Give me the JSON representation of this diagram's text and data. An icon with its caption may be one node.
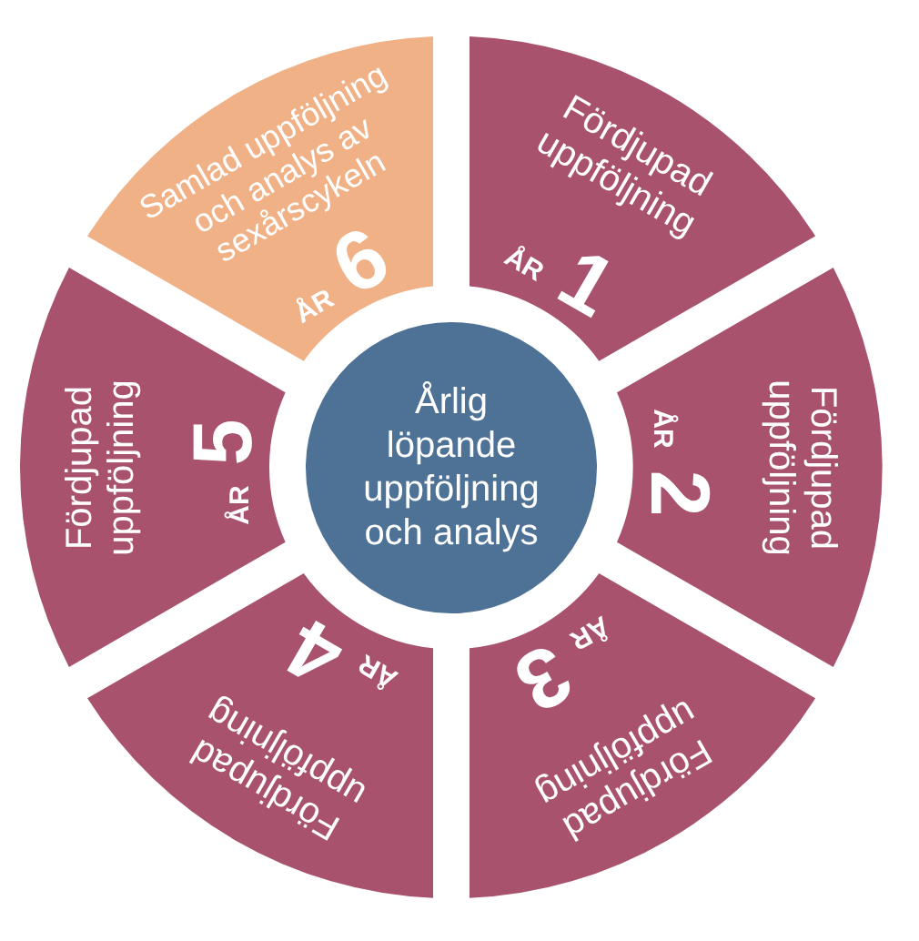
{
  "diagram": {
    "nodes": [
      {
        "text": [
          "Årlig löpande uppföljning och analys"
        ]
      },
      {
        "text": [
          "Fördjupad uppföljning",
          "ÅR",
          "1"
        ]
      },
      {
        "text": [
          "Fördjupad uppföljning",
          "ÅR",
          "2"
        ]
      },
      {
        "text": [
          "Fördjupad uppföljning",
          "ÅR",
          "3"
        ]
      },
      {
        "text": [
          "Fördjupad uppföljning",
          "ÅR",
          "4"
        ]
      },
      {
        "text": [
          "Fördjupad uppföljning",
          "ÅR",
          "5"
        ]
      },
      {
        "text": [
          "Samlad uppföljning och analys av sexårscykeln",
          "ÅR",
          "6"
        ]
      }
    ]
  }
}
